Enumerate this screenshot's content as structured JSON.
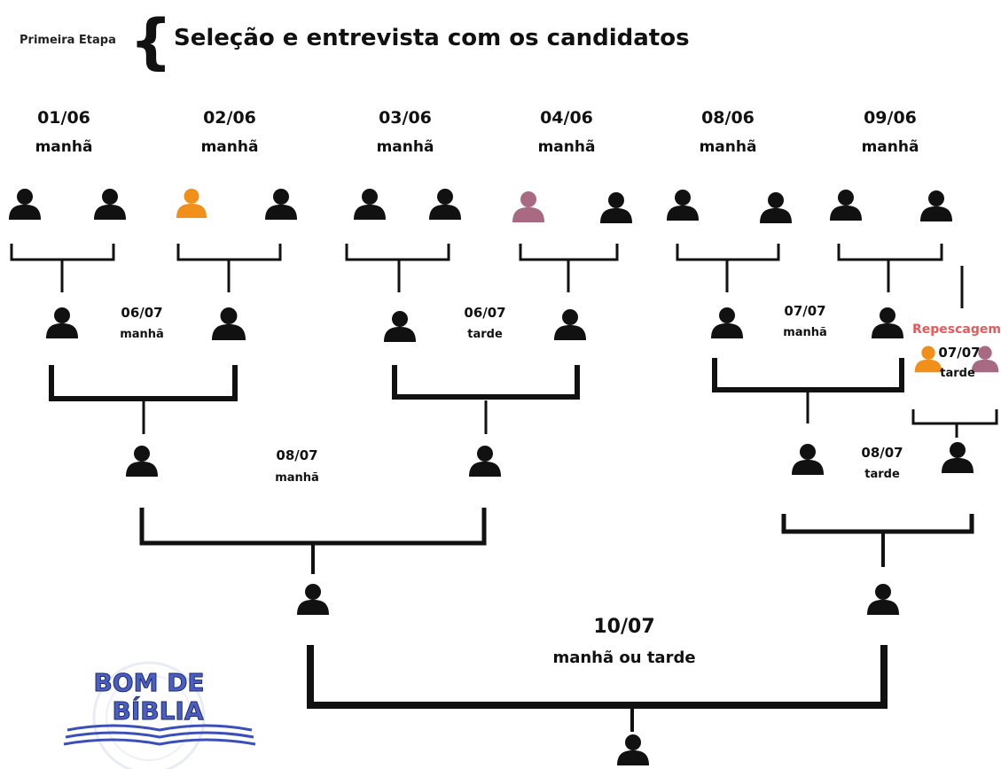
{
  "header": {
    "stage_label": "Primeira Etapa",
    "title": "Seleção e entrevista  com os candidatos"
  },
  "round1": [
    {
      "date": "01/06",
      "shift": "manhã"
    },
    {
      "date": "02/06",
      "shift": "manhã"
    },
    {
      "date": "03/06",
      "shift": "manhã"
    },
    {
      "date": "04/06",
      "shift": "manhã"
    },
    {
      "date": "08/06",
      "shift": "manhã"
    },
    {
      "date": "09/06",
      "shift": "manhã"
    }
  ],
  "round2": [
    {
      "date": "06/07",
      "shift": "manhã"
    },
    {
      "date": "06/07",
      "shift": "tarde"
    },
    {
      "date": "07/07",
      "shift": "manhã"
    }
  ],
  "repescagem": {
    "label": "Repescagem",
    "date": "07/07",
    "shift": "tarde"
  },
  "round3": [
    {
      "date": "08/07",
      "shift": "manhã"
    },
    {
      "date": "08/07",
      "shift": "tarde"
    }
  ],
  "final": {
    "date": "10/07",
    "shift": "manhã ou tarde"
  },
  "logo": {
    "line1": "BOM DE",
    "line2": "BÍBLIA"
  },
  "colors": {
    "default_person": "#111111",
    "orange_person": "#f0901a",
    "mauve_person": "#a86a82",
    "line": "#111111",
    "repescagem_text": "#e8595a",
    "logo_blue": "#4a5fc2"
  }
}
